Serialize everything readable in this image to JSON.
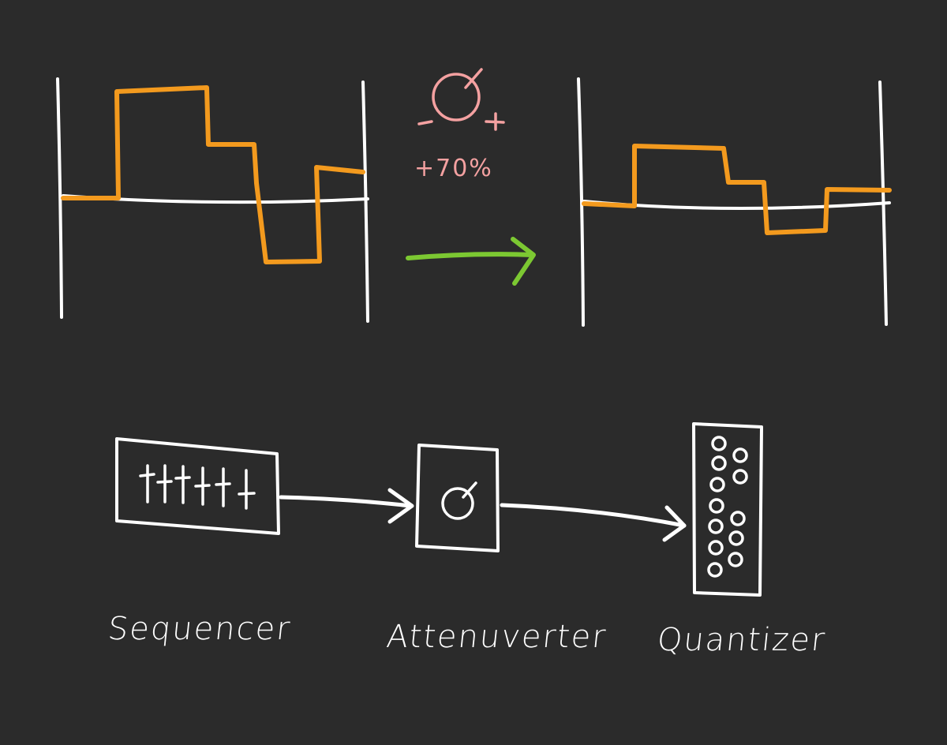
{
  "knob": {
    "minus_sign": "-",
    "plus_sign": "+",
    "amount": "+70%"
  },
  "modules": {
    "sequencer_label": "Sequencer",
    "attenuverter_label": "Attenuverter",
    "quantizer_label": "Quantizer"
  },
  "colors": {
    "background": "#2b2b2b",
    "stroke": "#ffffff",
    "signal": "#f39a1e",
    "knob_annotation": "#f4a1a1",
    "arrow": "#7cc832"
  }
}
